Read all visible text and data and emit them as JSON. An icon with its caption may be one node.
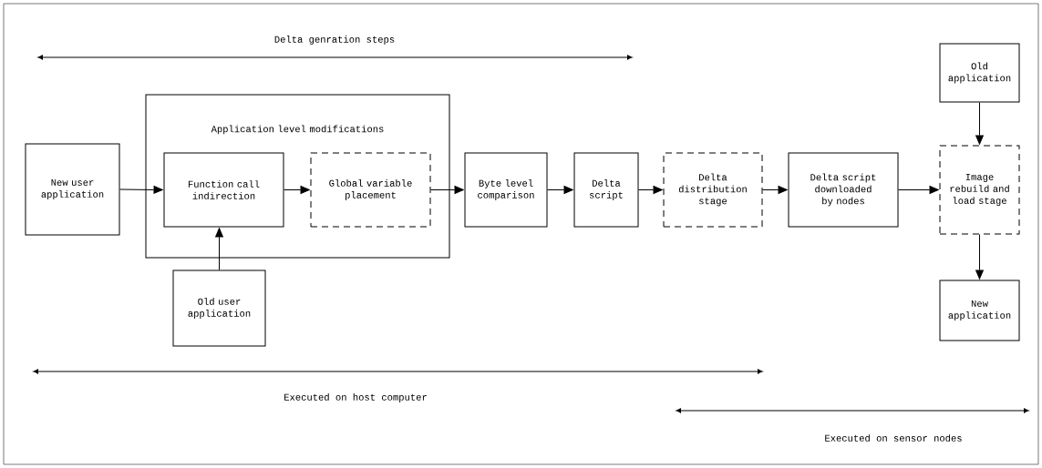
{
  "diagram": {
    "nodes": [
      {
        "text": [
          "New user application"
        ]
      },
      {
        "text": [
          "Application level modifications"
        ]
      },
      {
        "text": [
          "Function call indirection"
        ],
        "in": 1
      },
      {
        "text": [
          "Global variable placement"
        ],
        "in": 1
      },
      {
        "text": [
          "Old user application"
        ]
      },
      {
        "text": [
          "Byte level comparison"
        ]
      },
      {
        "text": [
          "Delta script"
        ]
      },
      {
        "text": [
          "Delta distribution stage"
        ]
      },
      {
        "text": [
          "Delta script downloaded by nodes"
        ]
      },
      {
        "text": [
          "Old application"
        ]
      },
      {
        "text": [
          "Image rebuild and load stage"
        ]
      },
      {
        "text": [
          "New application"
        ]
      }
    ],
    "edges": [
      {
        "from": 0,
        "to": 2,
        "arrow": "to"
      },
      {
        "from": 2,
        "to": 3,
        "arrow": "to"
      },
      {
        "from": 4,
        "to": 2,
        "arrow": "to"
      },
      {
        "from": 3,
        "to": 5,
        "arrow": "to"
      },
      {
        "from": 5,
        "to": 6,
        "arrow": "to"
      },
      {
        "from": 6,
        "to": 7,
        "arrow": "to"
      },
      {
        "from": 7,
        "to": 8,
        "arrow": "to"
      },
      {
        "from": 8,
        "to": 10,
        "arrow": "to"
      },
      {
        "from": 9,
        "to": 10,
        "arrow": "to"
      },
      {
        "from": 10,
        "to": 11,
        "arrow": "to"
      }
    ],
    "labels": [
      "Delta genration steps",
      "Executed on host computer",
      "Executed on sensor nodes"
    ]
  }
}
